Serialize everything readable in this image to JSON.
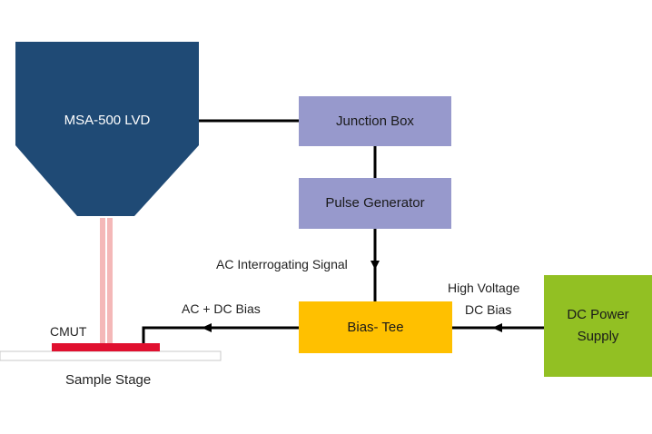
{
  "diagram": {
    "microscope": {
      "label": "MSA-500 LVD",
      "color": "#1f4a75"
    },
    "junction_box": {
      "label": "Junction Box",
      "color": "#9799cc"
    },
    "pulse_generator": {
      "label": "Pulse Generator",
      "color": "#9799cc"
    },
    "bias_tee": {
      "label": "Bias- Tee",
      "color": "#ffc000"
    },
    "dc_power_supply": {
      "line1": "DC Power",
      "line2": "Supply",
      "color": "#92c023"
    },
    "cmut": {
      "label": "CMUT",
      "color": "#e0102f"
    },
    "sample_stage": {
      "label": "Sample Stage"
    },
    "signals": {
      "ac_interrogating": "AC Interrogating Signal",
      "ac_dc_bias": "AC + DC Bias",
      "high_voltage_line1": "High Voltage",
      "high_voltage_line2": "DC Bias"
    },
    "laser_color": "#f4b8b8",
    "wire_color": "#000000"
  }
}
